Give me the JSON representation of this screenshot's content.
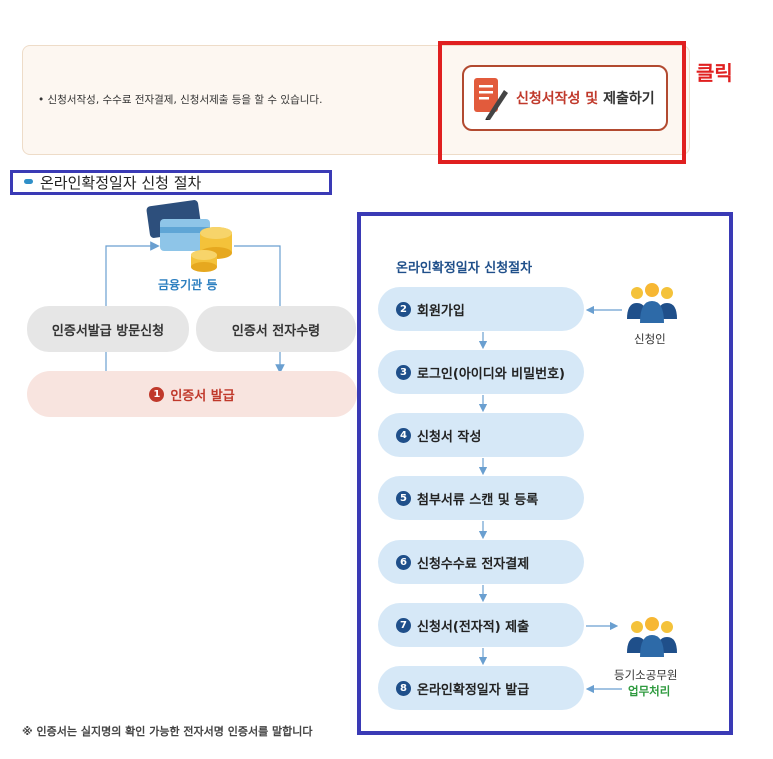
{
  "notice": {
    "text": "• 신청서작성, 수수료 전자결제, 신청서제출 등을 할 수 있습니다.",
    "button_label_a": "신청서작성 및",
    "button_label_b": "제출하기",
    "click_label": "클릭"
  },
  "section": {
    "title": "온라인확정일자 신청 절차"
  },
  "left_flow": {
    "bank_label": "금융기관 등",
    "visit_label": "인증서발급 방문신청",
    "receive_label": "인증서 전자수령",
    "issue_num": "1",
    "issue_label": "인증서 발급"
  },
  "right_panel": {
    "title": "온라인확정일자 신청절차",
    "steps": [
      {
        "num": "2",
        "label": "회원가입"
      },
      {
        "num": "3",
        "label": "로그인(아이디와 비밀번호)"
      },
      {
        "num": "4",
        "label": "신청서 작성"
      },
      {
        "num": "5",
        "label": "첨부서류 스캔 및 등록"
      },
      {
        "num": "6",
        "label": "신청수수료 전자결제"
      },
      {
        "num": "7",
        "label": "신청서(전자적) 제출"
      },
      {
        "num": "8",
        "label": "온라인확정일자 발급"
      }
    ],
    "applicant_label": "신청인",
    "worker_label": "등기소공무원",
    "worker_sub": "업무처리"
  },
  "footnote": "※ 인증서는 실지명의 확인 가능한 전자서명 인증서를 말합니다",
  "colors": {
    "accent_red": "#e02020",
    "frame_blue": "#3a3ab5",
    "step_bg": "#d6e8f7",
    "badge_navy": "#1f4f8a"
  }
}
